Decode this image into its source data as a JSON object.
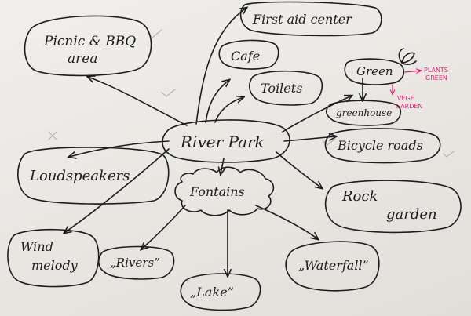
{
  "diagram": {
    "center": "River Park",
    "nodes": {
      "first_aid": "First aid center",
      "picnic_line1": "Picnic & BBQ",
      "picnic_line2": "area",
      "cafe": "Cafe",
      "toilets": "Toilets",
      "green": "Green",
      "greenhouse": "greenhouse",
      "bicycle": "Bicycle roads",
      "loudspeakers": "Loudspeakers",
      "fontains": "Fontains",
      "rock_line1": "Rock",
      "rock_line2": "garden",
      "wind_line1": "Wind",
      "wind_line2": "melody",
      "rivers": "„Rivers”",
      "lake": "„Lake”",
      "waterfall": "„Waterfall”"
    },
    "notes": {
      "plants_line1": "PLANTS",
      "plants_line2": "GREEN",
      "vege_line1": "VEGE",
      "vege_line2": "GARDEN"
    },
    "colors": {
      "ink": "#1d1d1f",
      "annotation": "#d8246f",
      "paper": "#ece9e6"
    }
  }
}
